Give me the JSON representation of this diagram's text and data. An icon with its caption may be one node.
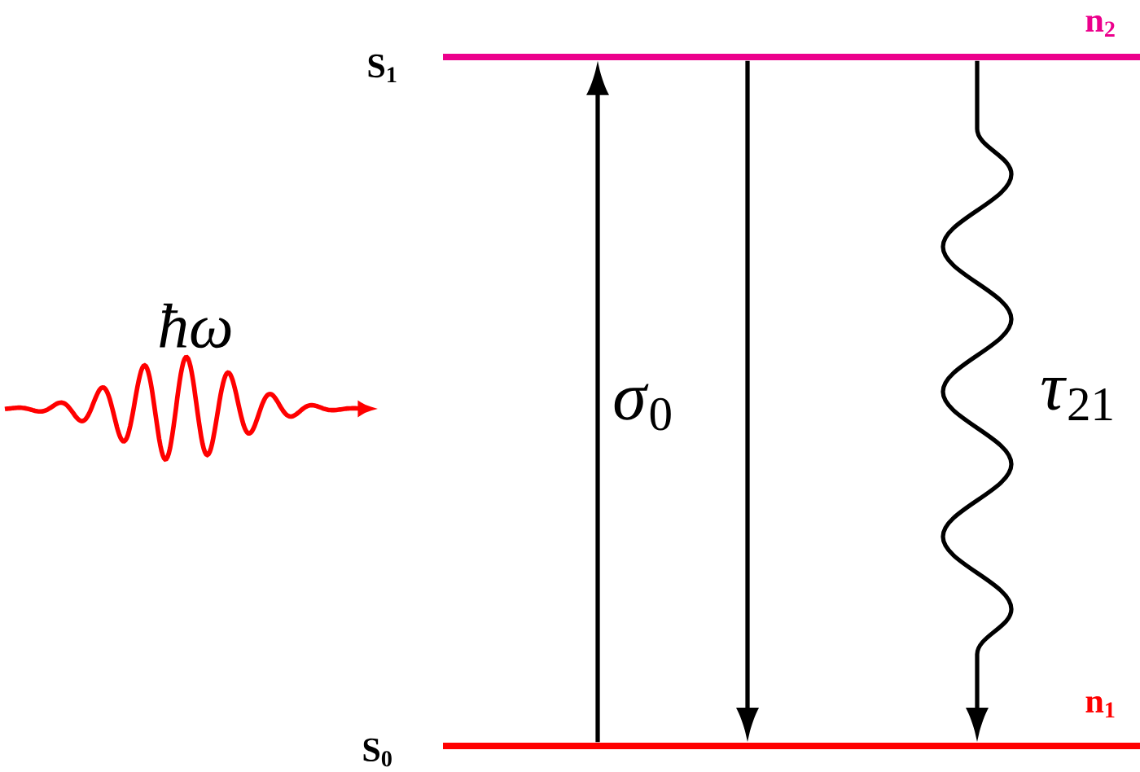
{
  "diagram": {
    "nodes": [
      {
        "text": [],
        "shape": "bar",
        "beside": [
          "S$_{1}$",
          "n$_{2}$"
        ]
      },
      {
        "text": [],
        "shape": "bar",
        "beside": [
          "S$_{0}$",
          "n$_{1}$"
        ]
      }
    ],
    "edges": [
      {
        "from": 1,
        "to": 0,
        "arrow": "to",
        "label": "*σ*$_{0}$"
      },
      {
        "from": 0,
        "to": 1,
        "arrow": "to"
      },
      {
        "from": 0,
        "to": 1,
        "arrow": "to",
        "label": "*τ*$_{21}$"
      }
    ],
    "labels": [
      "ħω"
    ]
  }
}
